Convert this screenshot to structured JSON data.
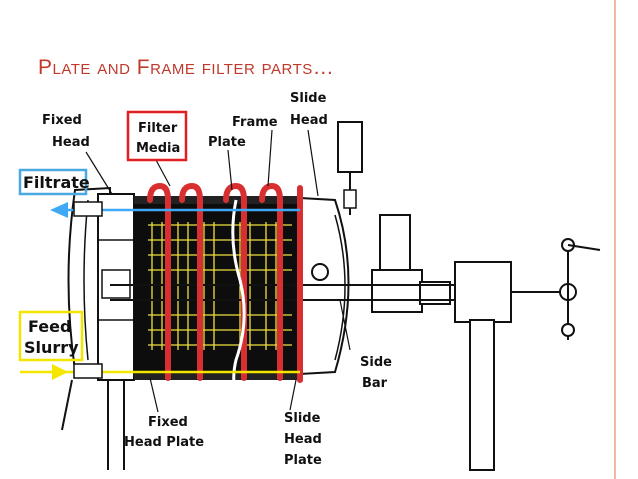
{
  "title": "Plate and Frame filter parts…",
  "labels": {
    "fixed_head": [
      "Fixed",
      "Head"
    ],
    "filter_media": [
      "Filter",
      "Media"
    ],
    "plate": "Plate",
    "frame": "Frame",
    "slide_head": [
      "Slide",
      "Head"
    ],
    "filtrate": "Filtrate",
    "feed_slurry": [
      "Feed",
      "Slurry"
    ],
    "side_bar": [
      "Side",
      "Bar"
    ],
    "fixed_head_plate": [
      "Fixed",
      "Head Plate"
    ],
    "slide_head_plate": [
      "Slide",
      "Head",
      "Plate"
    ]
  },
  "colors": {
    "title": "#c0392b",
    "filtrate_box": "#4aa8e0",
    "filtrate_arrow": "#3fa9f5",
    "feed_box": "#f2e600",
    "feed_arrow": "#f5e600",
    "filter_media_box": "#e02020",
    "plates": "#d83030",
    "mesh": "#f0e040",
    "border": "#f2b8a4"
  }
}
